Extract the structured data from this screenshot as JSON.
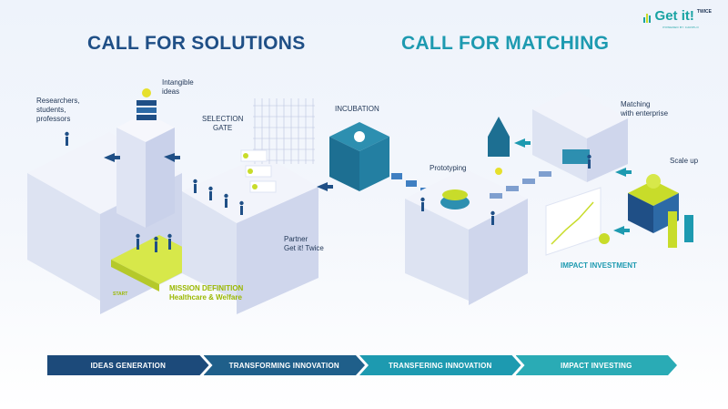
{
  "headings": {
    "call_solutions": "CALL FOR SOLUTIONS",
    "call_matching": "CALL FOR MATCHING"
  },
  "logo": {
    "name": "Get it!",
    "suffix": "TWICE",
    "tagline": "POWERED BY CARIPLO"
  },
  "labels": {
    "researchers": [
      "Researchers,",
      "students,",
      "professors"
    ],
    "intangible": [
      "Intangible",
      "ideas"
    ],
    "selection": [
      "SELECTION",
      "GATE"
    ],
    "incubation": "INCUBATION",
    "prototyping": "Prototyping",
    "matching": [
      "Matching",
      "with enterprise"
    ],
    "scale_up": "Scale up",
    "partner": [
      "Partner",
      "Get it! Twice"
    ],
    "mission": [
      "MISSION DEFINITION",
      "Healthcare & Welfare"
    ],
    "start": "START",
    "impact_investment": "IMPACT INVESTMENT"
  },
  "timeline": [
    {
      "label": "IDEAS GENERATION",
      "color": "#1c4a7a"
    },
    {
      "label": "TRANSFORMING INNOVATION",
      "color": "#1f5f8a"
    },
    {
      "label": "TRANSFERING INNOVATION",
      "color": "#1d9ab0"
    },
    {
      "label": "IMPACT INVESTING",
      "color": "#2aabb5"
    }
  ],
  "colors": {
    "navy": "#1f4f86",
    "teal": "#1d9ab0",
    "lime": "#c8dc2a",
    "block": "#e3e8f5"
  }
}
